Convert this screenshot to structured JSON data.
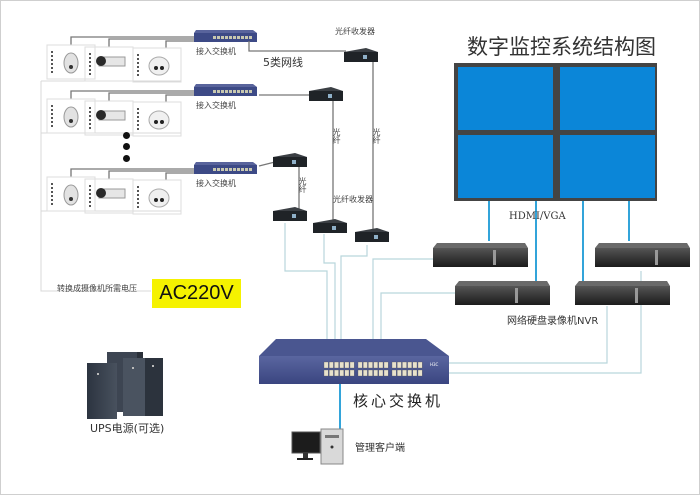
{
  "title": "数字监控系统结构图",
  "labels": {
    "access_switch": "接入交换机",
    "cat5_cable": "5类网线",
    "fiber_transceiver": "光纤收发器",
    "fiber": "光纤",
    "hdmi_vga": "HDMI/VGA",
    "nvr": "网络硬盘录像机NVR",
    "core_switch": "核心交换机",
    "management_client": "管理客户端",
    "ups": "UPS电源(可选)",
    "voltage_note": "转换成摄像机所需电压",
    "ac_voltage": "AC220V"
  },
  "camera_groups": [
    {
      "switch_label": "接入交换机",
      "cameras": [
        "dome-ptz-camera",
        "bullet-camera",
        "dome-camera"
      ]
    },
    {
      "switch_label": "接入交换机",
      "cameras": [
        "dome-ptz-camera",
        "bullet-camera",
        "dome-camera"
      ]
    },
    {
      "switch_label": "接入交换机",
      "cameras": [
        "dome-ptz-camera",
        "bullet-camera",
        "dome-camera"
      ]
    }
  ],
  "video_wall": {
    "rows": 2,
    "cols": 2,
    "screen_color": "#0b86d8",
    "frame_color": "#444444"
  },
  "nvr_count": 4,
  "colors": {
    "fiber_line": "#666666",
    "net_line": "#b9d6dc",
    "hdmi_line": "#1c9ad6",
    "ac_badge": "#f5f200",
    "switch_body": "#3d4a86"
  }
}
